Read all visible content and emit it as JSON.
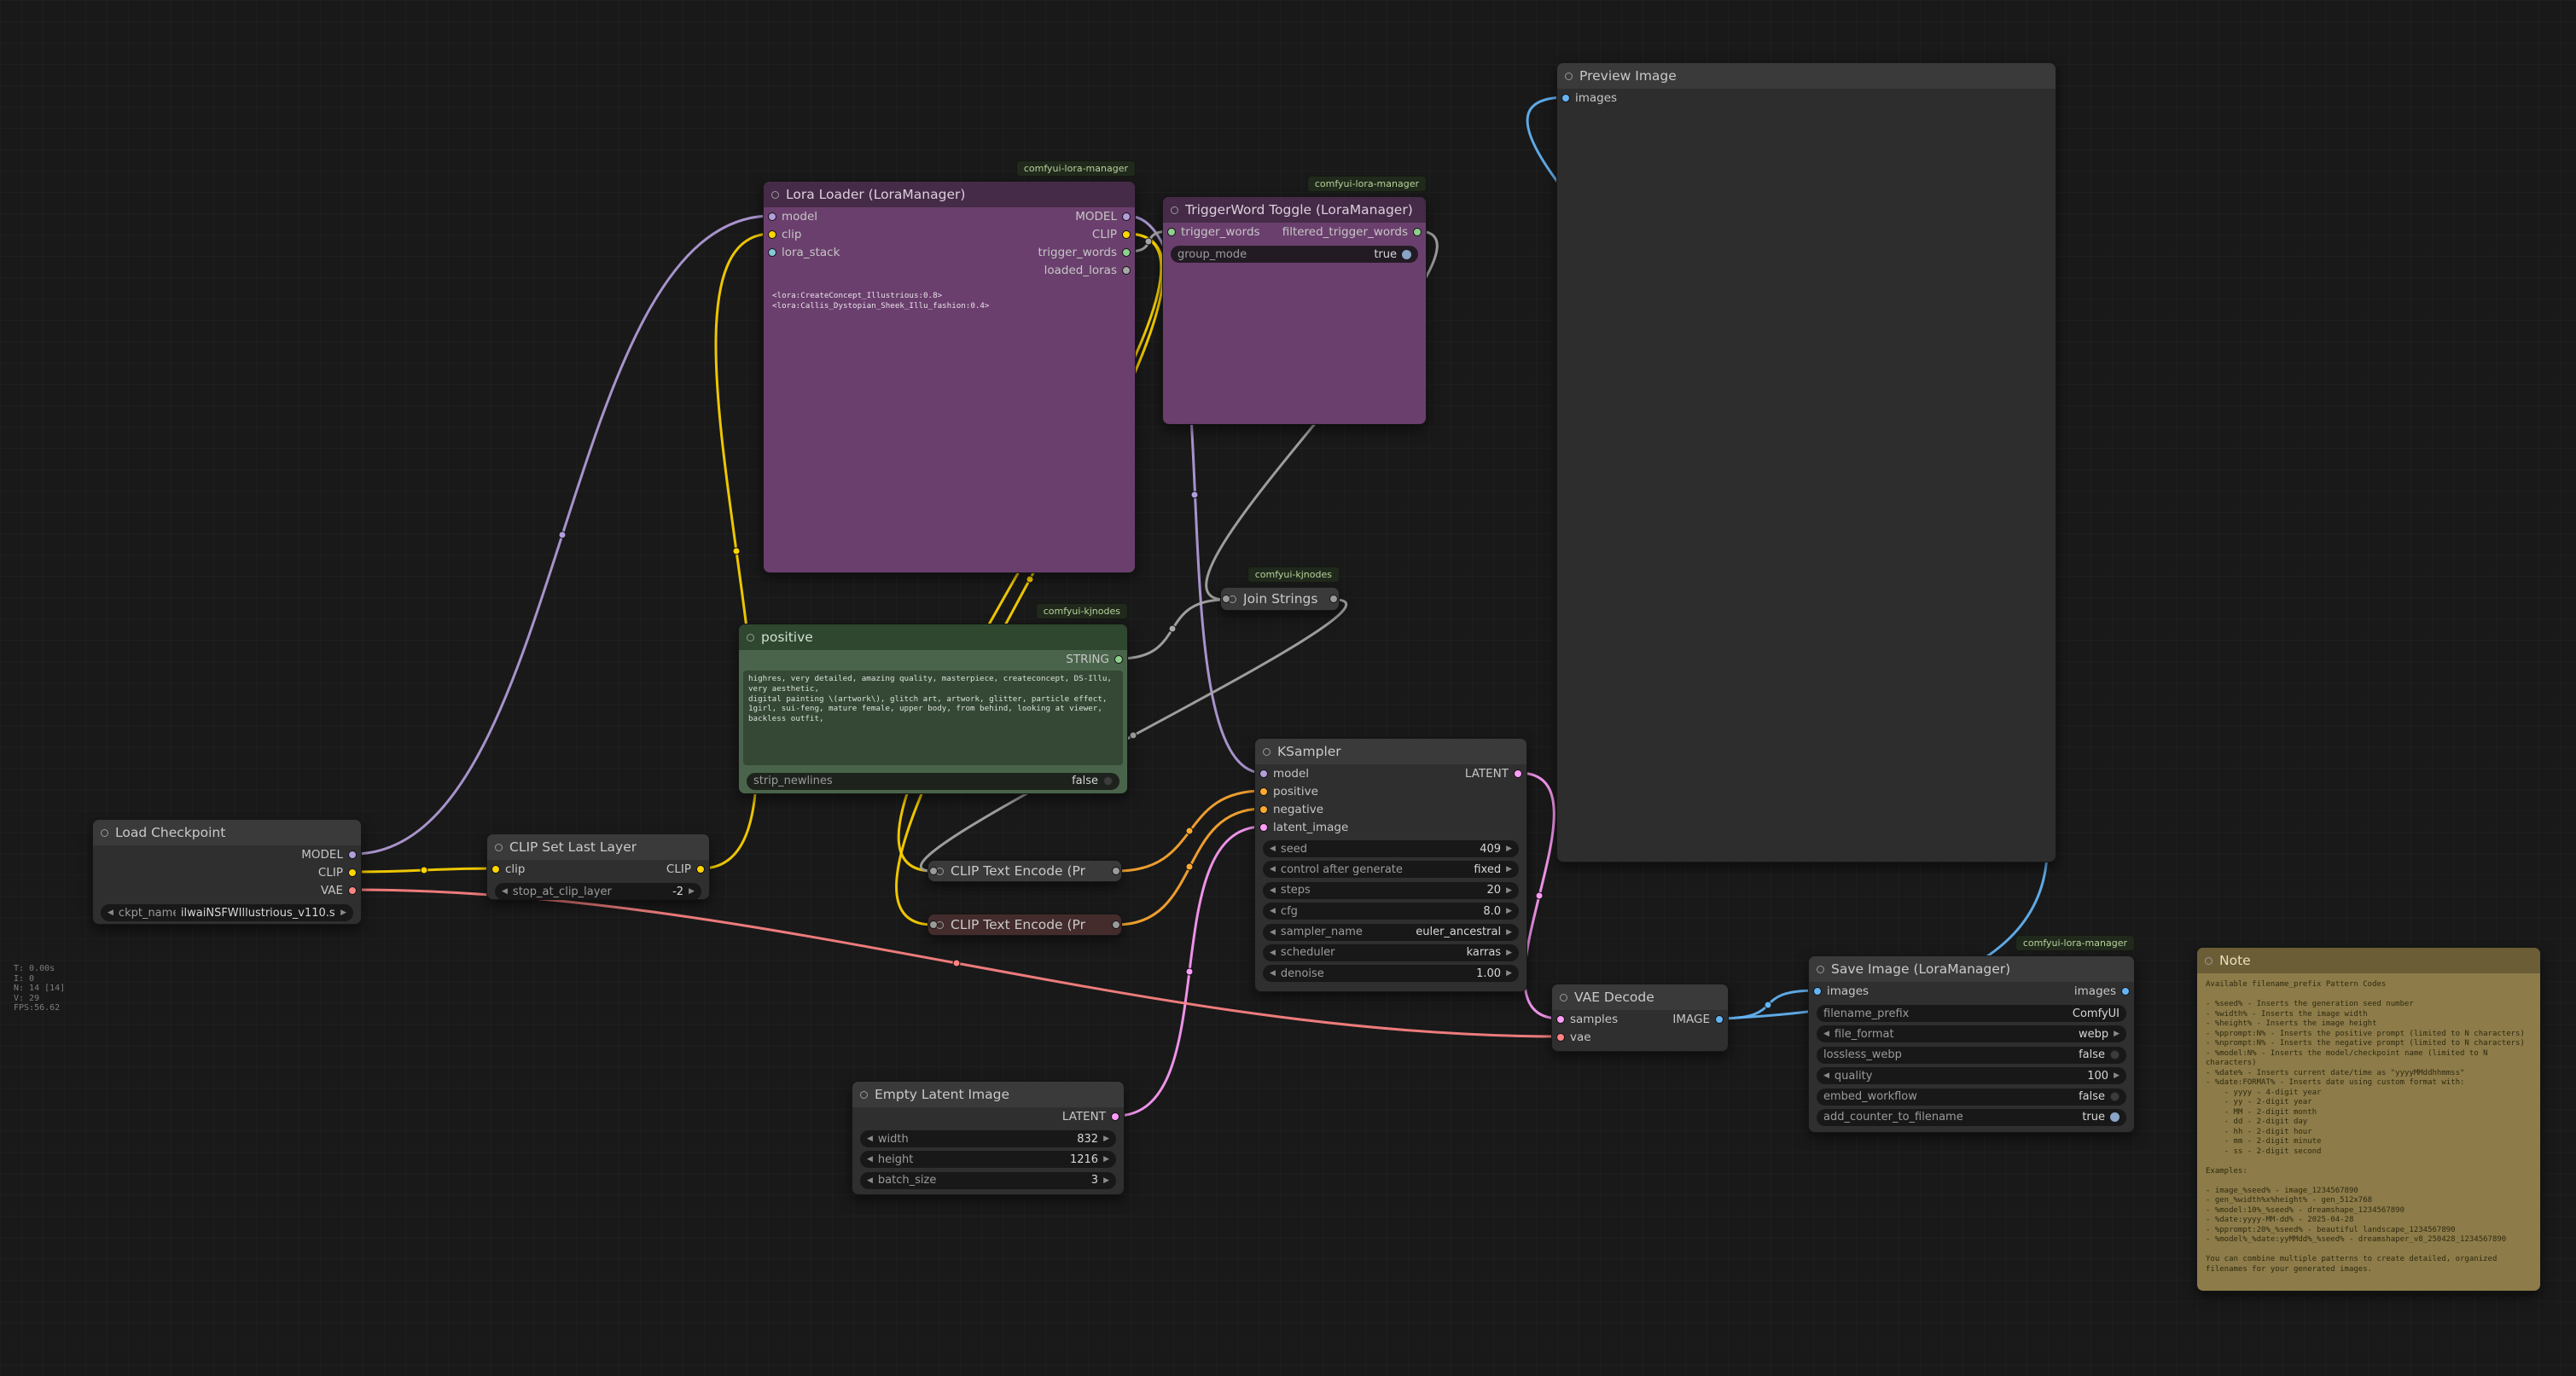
{
  "app": {
    "name": "ComfyUI",
    "view": "workflow graph"
  },
  "stats": [
    "T: 0.00s",
    "I: 0",
    "N: 14 [14]",
    "V: 29",
    "FPS:56.62"
  ],
  "tags": {
    "lora_manager": "comfyui-lora-manager",
    "kjnodes": "comfyui-kjnodes"
  },
  "colors": {
    "model": "#b39ddb",
    "clip": "#ffd500",
    "vae": "#ff8383",
    "conditioning": "#ffa931",
    "latent": "#ff9cf9",
    "image": "#64b5f6",
    "string": "#8fd08f",
    "lora_stack": "#87c7dc",
    "generic": "#a8a8a8",
    "wire_string": "#a8a8a8"
  },
  "nodes": {
    "load_checkpoint": {
      "title": "Load Checkpoint",
      "outputs": [
        "MODEL",
        "CLIP",
        "VAE"
      ],
      "widgets": [
        {
          "name": "ckpt_name",
          "value": "ilwaiNSFWIllustrious_v110.s..."
        }
      ]
    },
    "clip_set_last_layer": {
      "title": "CLIP Set Last Layer",
      "inputs": [
        "clip"
      ],
      "outputs": [
        "CLIP"
      ],
      "widgets": [
        {
          "name": "stop_at_clip_layer",
          "value": "-2"
        }
      ]
    },
    "lora_loader": {
      "title": "Lora Loader (LoraManager)",
      "inputs": [
        "model",
        "clip",
        "lora_stack"
      ],
      "outputs": [
        "MODEL",
        "CLIP",
        "trigger_words",
        "loaded_loras"
      ],
      "text": "<lora:CreateConcept_Illustrious:0.8> <lora:Callis_Dystopian_Sheek_Illu_fashion:0.4>"
    },
    "triggerword_toggle": {
      "title": "TriggerWord Toggle (LoraManager)",
      "inputs": [
        "trigger_words"
      ],
      "outputs": [
        "filtered_trigger_words"
      ],
      "widgets": [
        {
          "name": "group_mode",
          "value": "true"
        }
      ]
    },
    "join_strings": {
      "title": "Join Strings"
    },
    "positive": {
      "title": "positive",
      "outputs": [
        "STRING"
      ],
      "text": "highres, very detailed, amazing quality, masterpiece, createconcept, DS-Illu,\nvery aesthetic,\ndigital painting \\(artwork\\), glitch art, artwork, glitter, particle effect,\n1girl, sui-feng, mature female, upper body, from behind, looking at viewer, backless outfit,",
      "widgets": [
        {
          "name": "strip_newlines",
          "value": "false"
        }
      ]
    },
    "clip_text_encode_positive": {
      "title": "CLIP Text Encode (Pr"
    },
    "clip_text_encode_negative": {
      "title": "CLIP Text Encode (Pr"
    },
    "ksampler": {
      "title": "KSampler",
      "inputs": [
        "model",
        "positive",
        "negative",
        "latent_image"
      ],
      "outputs": [
        "LATENT"
      ],
      "widgets": [
        {
          "name": "seed",
          "value": "409"
        },
        {
          "name": "control after generate",
          "value": "fixed"
        },
        {
          "name": "steps",
          "value": "20"
        },
        {
          "name": "cfg",
          "value": "8.0"
        },
        {
          "name": "sampler_name",
          "value": "euler_ancestral"
        },
        {
          "name": "scheduler",
          "value": "karras"
        },
        {
          "name": "denoise",
          "value": "1.00"
        }
      ]
    },
    "empty_latent_image": {
      "title": "Empty Latent Image",
      "outputs": [
        "LATENT"
      ],
      "widgets": [
        {
          "name": "width",
          "value": "832"
        },
        {
          "name": "height",
          "value": "1216"
        },
        {
          "name": "batch_size",
          "value": "3"
        }
      ]
    },
    "vae_decode": {
      "title": "VAE Decode",
      "inputs": [
        "samples",
        "vae"
      ],
      "outputs": [
        "IMAGE"
      ]
    },
    "preview_image": {
      "title": "Preview Image",
      "inputs": [
        "images"
      ]
    },
    "save_image": {
      "title": "Save Image (LoraManager)",
      "inputs": [
        "images"
      ],
      "outputs": [
        "images"
      ],
      "widgets": [
        {
          "name": "filename_prefix",
          "value": "ComfyUI"
        },
        {
          "name": "file_format",
          "value": "webp"
        },
        {
          "name": "lossless_webp",
          "value": "false"
        },
        {
          "name": "quality",
          "value": "100"
        },
        {
          "name": "embed_workflow",
          "value": "false"
        },
        {
          "name": "add_counter_to_filename",
          "value": "true"
        }
      ]
    },
    "note": {
      "title": "Note",
      "text": "Available filename_prefix Pattern Codes\n\n- %seed% - Inserts the generation seed number\n- %width% - Inserts the image width\n- %height% - Inserts the image height\n- %pprompt:N% - Inserts the positive prompt (limited to N characters)\n- %nprompt:N% - Inserts the negative prompt (limited to N characters)\n- %model:N% - Inserts the model/checkpoint name (limited to N characters)\n- %date% - Inserts current date/time as \"yyyyMMddhhmmss\"\n- %date:FORMAT% - Inserts date using custom format with:\n    - yyyy - 4-digit year\n    - yy - 2-digit year\n    - MM - 2-digit month\n    - dd - 2-digit day\n    - hh - 2-digit hour\n    - mm - 2-digit minute\n    - ss - 2-digit second\n\nExamples:\n\n- image_%seed% - image_1234567890\n- gen_%width%x%height% - gen_512x768\n- %model:10%_%seed% - dreamshape_1234567890\n- %date:yyyy-MM-dd% - 2025-04-28\n- %pprompt:20%_%seed% - beautiful landscape_1234567890\n- %model%_%date:yyMMdd%_%seed% - dreamshaper_v8_250428_1234567890\n\nYou can combine multiple patterns to create detailed, organized filenames for your generated images."
    }
  }
}
